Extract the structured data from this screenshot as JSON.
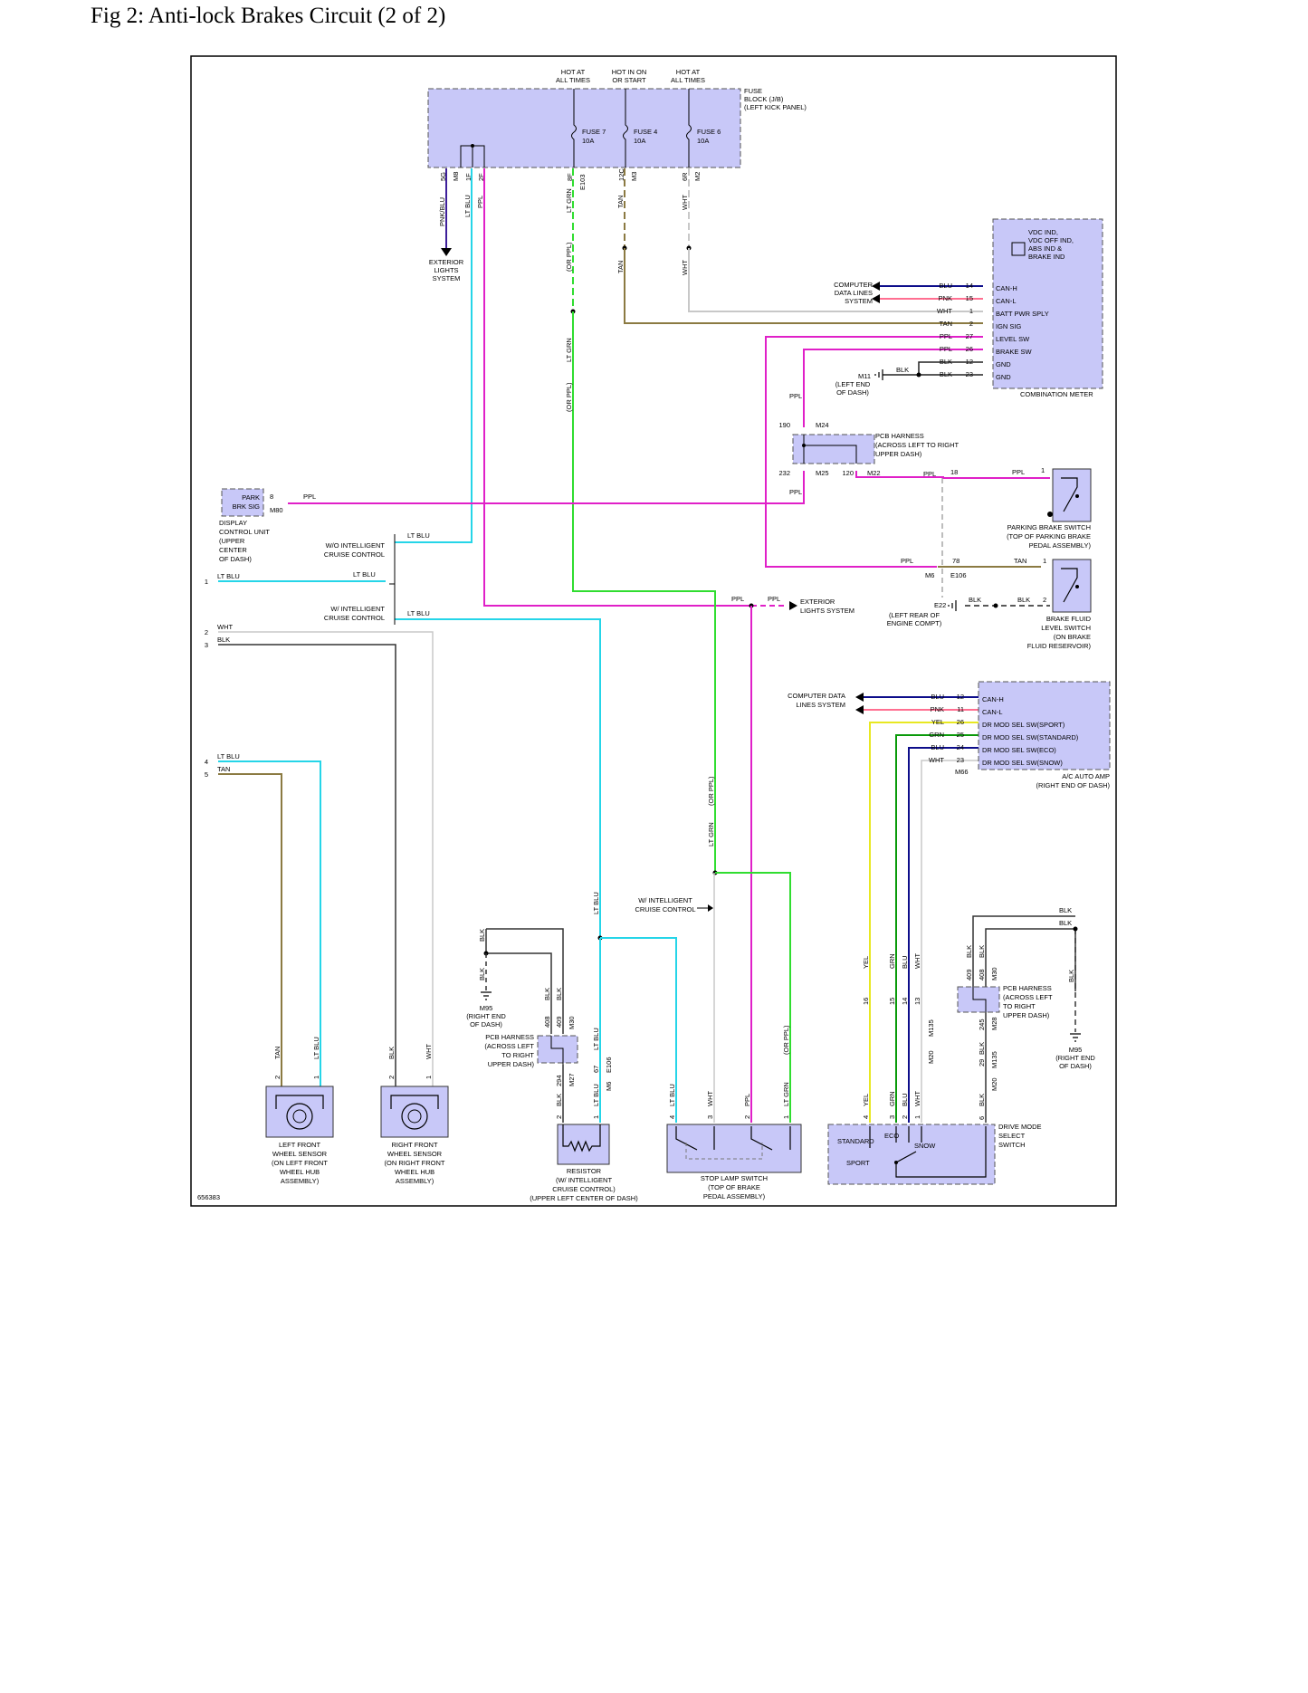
{
  "title": "Fig 2: Anti-lock Brakes Circuit (2 of 2)",
  "figure_id": "656383",
  "colors": {
    "frame": "#000000",
    "component_fill": "#c8c8f8",
    "blu": "#0d0d8a",
    "pnk": "#ff6f91",
    "wht": "#c8c8c8",
    "tan": "#8b7a42",
    "ppl": "#e020c8",
    "blk": "#222222",
    "lt_blu": "#25d5e8",
    "lt_grn": "#30dd30",
    "grn": "#0a9a0a",
    "yel": "#e8e822",
    "pnk_blu": "#3d1f9a"
  },
  "fuse_block": {
    "hot_at_all_times_1": "HOT AT\nALL TIMES",
    "hot_in_on_or_start": "HOT IN ON\nOR START",
    "hot_at_all_times_2": "HOT AT\nALL TIMES",
    "label": "FUSE\nBLOCK (J/B)\n(LEFT KICK PANEL)",
    "fuse7": "FUSE 7\n10A",
    "fuse4": "FUSE 4\n10A",
    "fuse6": "FUSE 6\n10A",
    "pins": [
      "5G",
      "M8",
      "1F",
      "2F",
      "8F",
      "E103",
      "12C",
      "M3",
      "6R",
      "M2"
    ]
  },
  "left_fuse_wires": {
    "pnk_blu": "PNK/BLU",
    "lt_blu": "LT BLU",
    "ppl": "PPL",
    "exterior_lights": "EXTERIOR\nLIGHTS\nSYSTEM"
  },
  "fuse_wires": {
    "lt_grn": "LT GRN",
    "or_ppl": "(OR PPL)",
    "tan": "TAN",
    "wht": "WHT"
  },
  "combination_meter": {
    "label": "COMBINATION METER",
    "indicator": "VDC IND,\nVDC OFF IND,\nABS IND &\nBRAKE IND",
    "computer_data_lines": "COMPUTER\nDATA LINES\nSYSTEM",
    "pins": [
      {
        "wire": "BLU",
        "num": "14",
        "name": "CAN-H"
      },
      {
        "wire": "PNK",
        "num": "15",
        "name": "CAN-L"
      },
      {
        "wire": "WHT",
        "num": "1",
        "name": "BATT PWR SPLY"
      },
      {
        "wire": "TAN",
        "num": "2",
        "name": "IGN SIG"
      },
      {
        "wire": "PPL",
        "num": "27",
        "name": "LEVEL SW"
      },
      {
        "wire": "PPL",
        "num": "26",
        "name": "BRAKE SW"
      },
      {
        "wire": "BLK",
        "num": "12",
        "name": "GND"
      },
      {
        "wire": "BLK",
        "num": "23",
        "name": "GND"
      }
    ],
    "ground": "M11",
    "ground_loc": "(LEFT END\nOF DASH)",
    "blk": "BLK"
  },
  "pcb_harness_top": {
    "label": "PCB HARNESS\n(ACROSS LEFT TO RIGHT\nUPPER DASH)",
    "p190": "190",
    "m24": "M24",
    "p232": "232",
    "m25": "M25",
    "p120": "120",
    "m22": "M22",
    "ppl": "PPL"
  },
  "parking_brake_switch": {
    "label": "PARKING BRAKE SWITCH\n(TOP OF PARKING BRAKE\nPEDAL ASSEMBLY)",
    "pin18": "18",
    "pin1": "1",
    "ppl": "PPL"
  },
  "brake_fluid_switch": {
    "label": "BRAKE FLUID\nLEVEL SWITCH\n(ON BRAKE\nFLUID RESERVOIR)",
    "ppl": "PPL",
    "p78": "78",
    "tan": "TAN",
    "pin1": "1",
    "m6": "M6",
    "e106": "E106",
    "e22": "E22",
    "blk": "BLK",
    "pin2": "2",
    "ground_loc": "(LEFT REAR OF\nENGINE COMPT)"
  },
  "display_control_unit": {
    "label": "DISPLAY\nCONTROL UNIT\n(UPPER\nCENTER\nOF DASH)",
    "park_brk_sig": "PARK\nBRK SIG",
    "pin8": "8",
    "m80": "M80",
    "ppl": "PPL"
  },
  "left_connector": {
    "pins": [
      {
        "num": "1",
        "wire": "LT BLU"
      },
      {
        "num": "2",
        "wire": "WHT"
      },
      {
        "num": "3",
        "wire": "BLK"
      },
      {
        "num": "4",
        "wire": "LT BLU"
      },
      {
        "num": "5",
        "wire": "TAN"
      }
    ],
    "wo_icc": "W/O INTELLIGENT\nCRUISE CONTROL",
    "w_icc": "W/ INTELLIGENT\nCRUISE CONTROL",
    "lt_blu": "LT BLU"
  },
  "exterior_lights_2": {
    "label": "EXTERIOR\nLIGHTS SYSTEM",
    "ppl": "PPL"
  },
  "ac_auto_amp": {
    "label": "A/C AUTO AMP\n(RIGHT END OF DASH)",
    "computer_data_lines": "COMPUTER DATA\nLINES SYSTEM",
    "m66": "M66",
    "pins": [
      {
        "wire": "BLU",
        "num": "12",
        "name": "CAN-H"
      },
      {
        "wire": "PNK",
        "num": "11",
        "name": "CAN-L"
      },
      {
        "wire": "YEL",
        "num": "26",
        "name": "DR MOD SEL SW(SPORT)"
      },
      {
        "wire": "GRN",
        "num": "25",
        "name": "DR MOD SEL SW(STANDARD)"
      },
      {
        "wire": "BLU",
        "num": "24",
        "name": "DR MOD SEL SW(ECO)"
      },
      {
        "wire": "WHT",
        "num": "23",
        "name": "DR MOD SEL SW(SNOW)"
      }
    ]
  },
  "mid_wires": {
    "lt_grn": "LT GRN",
    "or_ppl": "(OR PPL)",
    "lt_blu": "LT BLU",
    "w_icc": "W/ INTELLIGENT\nCRUISE CONTROL"
  },
  "left_front_sensor": {
    "label": "LEFT FRONT\nWHEEL SENSOR\n(ON LEFT FRONT\nWHEEL HUB\nASSEMBLY)",
    "tan": "TAN",
    "lt_blu": "LT BLU",
    "pin2": "2",
    "pin1": "1"
  },
  "right_front_sensor": {
    "label": "RIGHT FRONT\nWHEEL SENSOR\n(ON RIGHT FRONT\nWHEEL HUB\nASSEMBLY)",
    "blk": "BLK",
    "wht": "WHT",
    "pin2": "2",
    "pin1": "1"
  },
  "pcb_harness_left": {
    "label": "PCB HARNESS\n(ACROSS LEFT\nTO RIGHT\nUPPER DASH)",
    "blk": "BLK",
    "m95": "M95",
    "ground_loc": "(RIGHT END\nOF DASH)",
    "p408": "408",
    "p409": "409",
    "m30": "M30",
    "p294": "294",
    "m27": "M27",
    "p67": "67",
    "e106": "E106",
    "m6": "M6",
    "lt_blu": "LT BLU"
  },
  "resistor": {
    "label": "RESISTOR\n(W/ INTELLIGENT\nCRUISE CONTROL)\n(UPPER LEFT CENTER OF DASH)",
    "blk": "BLK",
    "lt_blu": "LT BLU",
    "pin2": "2",
    "pin1": "1"
  },
  "stop_lamp_switch": {
    "label": "STOP LAMP SWITCH\n(TOP OF BRAKE\nPEDAL ASSEMBLY)",
    "wires": [
      {
        "num": "4",
        "wire": "LT BLU"
      },
      {
        "num": "3",
        "wire": "WHT"
      },
      {
        "num": "2",
        "wire": "PPL"
      },
      {
        "num": "1",
        "wire": "LT GRN"
      }
    ],
    "or_ppl": "(OR PPL)"
  },
  "pcb_harness_right": {
    "label": "PCB HARNESS\n(ACROSS LEFT\nTO RIGHT\nUPPER DASH)",
    "blk": "BLK",
    "p409": "409",
    "p408": "408",
    "m30": "M30",
    "p245": "245",
    "m28": "M28",
    "m95": "M95",
    "ground_loc": "(RIGHT END\nOF DASH)",
    "p29": "29",
    "m135": "M135",
    "m20": "M20"
  },
  "drive_mode_switch": {
    "label": "DRIVE MODE\nSELECT\nSWITCH",
    "standard": "STANDARD",
    "eco": "ECO",
    "snow": "SNOW",
    "sport": "SPORT",
    "wires": [
      {
        "num": "4",
        "wire": "YEL",
        "pcb": "16"
      },
      {
        "num": "3",
        "wire": "GRN",
        "pcb": "15"
      },
      {
        "num": "2",
        "wire": "BLU",
        "pcb": "14"
      },
      {
        "num": "1",
        "wire": "WHT",
        "pcb": "13"
      }
    ],
    "pin6": "6",
    "blk": "BLK",
    "m135": "M135",
    "m20": "M20"
  }
}
